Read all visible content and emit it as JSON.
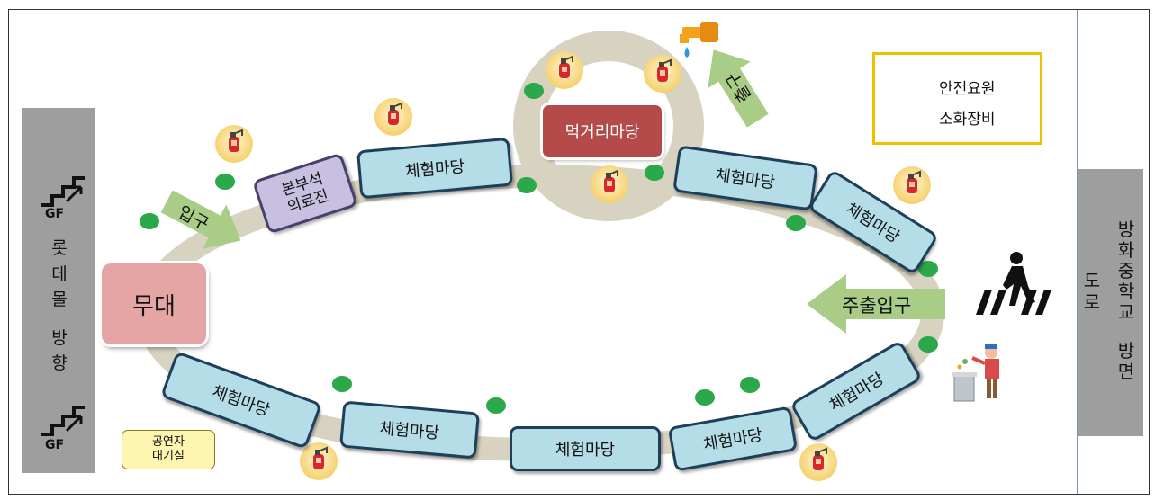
{
  "legend": {
    "safety_staff_label": "안전요원",
    "fire_equipment_label": "소화장비",
    "safety_staff_color": "#2aa84a",
    "fire_equipment_color": "#d9262c"
  },
  "stage_label": "무대",
  "food_court_label": "먹거리마당",
  "hq_medical_label": "본부석\n의료진",
  "booth_label": "체험마당",
  "performer_room_label": "공연자\n대기실",
  "entrance_label": "입구",
  "exit_label": "출구",
  "main_entrance_label": "주출입구",
  "left_side_label": "롯데몰 방향",
  "left_side_chars": [
    "롯",
    "데",
    "몰",
    "",
    "방",
    "향"
  ],
  "right_road_label": "도로",
  "right_school_label": "방화중학교 방면",
  "right_school_chars": [
    "방",
    "화",
    "중",
    "학",
    "교",
    "",
    "방",
    "면"
  ],
  "floor_label": "GF",
  "icons": [
    "stairs-icon",
    "fire-extinguisher-icon",
    "safety-staff-dot",
    "pedestrian-crosswalk-icon",
    "water-faucet-icon",
    "trash-person-icon"
  ],
  "colors": {
    "booth_fill": "#b4dde8",
    "booth_border": "#1e3f5a",
    "stage_fill": "#e6a5a5",
    "food_fill": "#b54a4a",
    "hq_fill": "#c8c0e0",
    "arrow_fill": "#a9cc86",
    "track": "#d8d3c0",
    "legend_border": "#f0c000",
    "side_panel": "#9e9e9e",
    "performer_fill": "#fdf5b0"
  }
}
